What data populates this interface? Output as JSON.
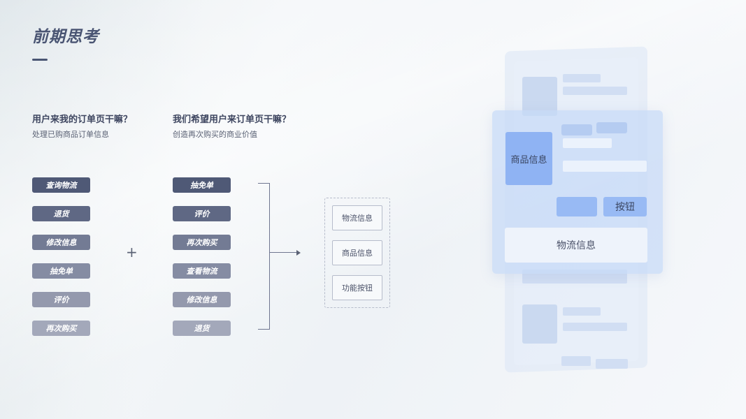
{
  "title": "前期思考",
  "left_question": {
    "title": "用户来我的订单页干嘛？",
    "subtitle": "处理已购商品订单信息",
    "tags": [
      "查询物流",
      "退货",
      "修改信息",
      "抽免单",
      "评价",
      "再次购买"
    ]
  },
  "plus_symbol": "+",
  "right_question": {
    "title": "我们希望用户来订单页干嘛？",
    "subtitle": "创造再次购买的商业价值",
    "tags": [
      "抽免单",
      "评价",
      "再次购买",
      "查看物流",
      "修改信息",
      "退货"
    ]
  },
  "result_boxes": [
    "物流信息",
    "商品信息",
    "功能按钮"
  ],
  "illustration": {
    "product_label": "商品信息",
    "button_label": "按钮",
    "logistics_label": "物流信息"
  },
  "colors": {
    "title": "#4a5573",
    "tag_dark": "#4f5976",
    "tag_light": "#a3a8ba",
    "accent_blue": "#8fb3f3"
  }
}
